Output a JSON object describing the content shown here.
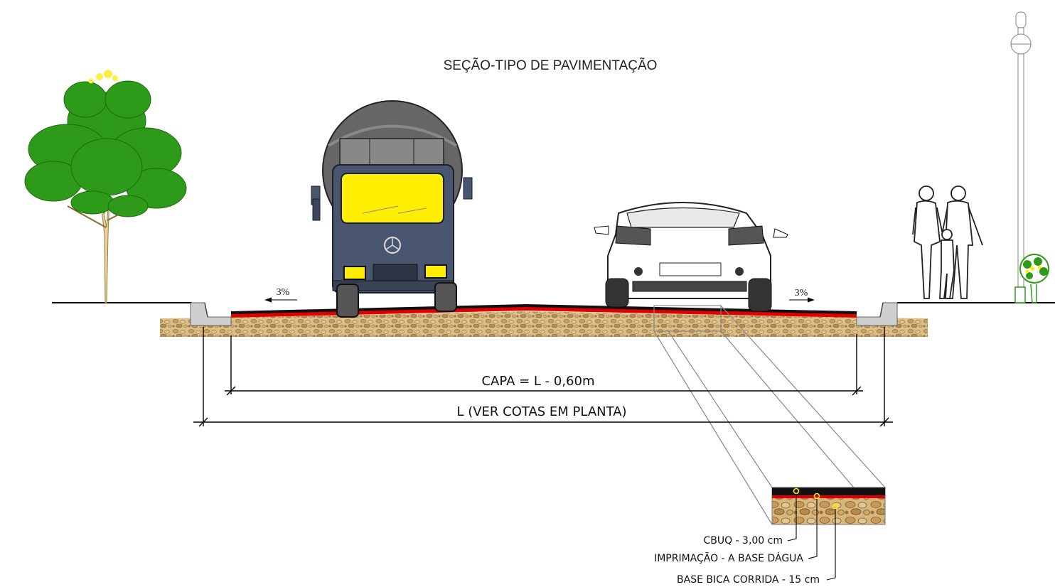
{
  "title": "SEÇÃO-TIPO DE PAVIMENTAÇÃO",
  "slope_left": "3%",
  "slope_right": "3%",
  "dimension_capa": "CAPA = L - 0,60m",
  "dimension_total": "L (VER COTAS EM PLANTA)",
  "layers": [
    {
      "label": "CBUQ - 3,00 cm",
      "color": "#111111"
    },
    {
      "label": "IMPRIMAÇÃO - A BASE DÁGUA",
      "color": "#e00000"
    },
    {
      "label": "BASE BICA CORRIDA - 15 cm",
      "color": "#d8b47a"
    }
  ],
  "colors": {
    "asphalt": "#111111",
    "prime_coat": "#e00000",
    "base": "#d8b47a",
    "tree": "#2e9a1a",
    "truck": "#4a5670",
    "windshield": "#ffee00",
    "marker": "#ffee00"
  },
  "icons": [
    "tree-icon",
    "mixer-truck-icon",
    "car-icon",
    "pedestrians-icon",
    "street-lamp-icon",
    "shrub-icon"
  ]
}
